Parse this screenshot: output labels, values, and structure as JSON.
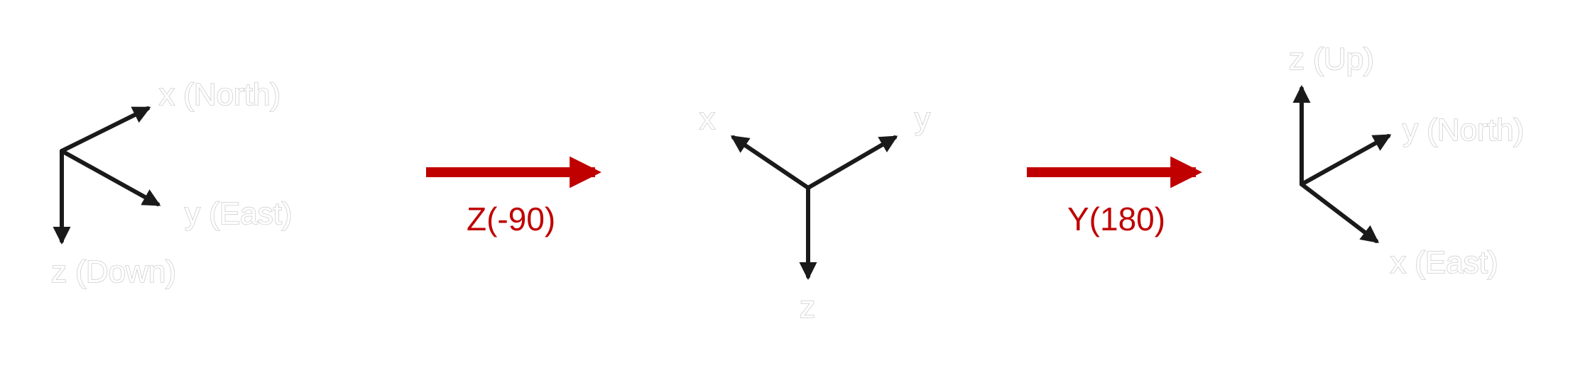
{
  "colors": {
    "axis": "#1a1a1a",
    "transform_arrow": "#c00000",
    "axis_label_outline": "#cfcfcf",
    "background": "#ffffff"
  },
  "frames": [
    {
      "labels": {
        "x": "x (North)",
        "y": "y (East)",
        "z": "z (Down)"
      }
    },
    {
      "labels": {
        "x": "x",
        "y": "y",
        "z": "z"
      }
    },
    {
      "labels": {
        "z": "z (Up)",
        "y": "y (North)",
        "x": "x (East)"
      }
    }
  ],
  "transforms": [
    {
      "label": "Z(-90)"
    },
    {
      "label": "Y(180)"
    }
  ]
}
